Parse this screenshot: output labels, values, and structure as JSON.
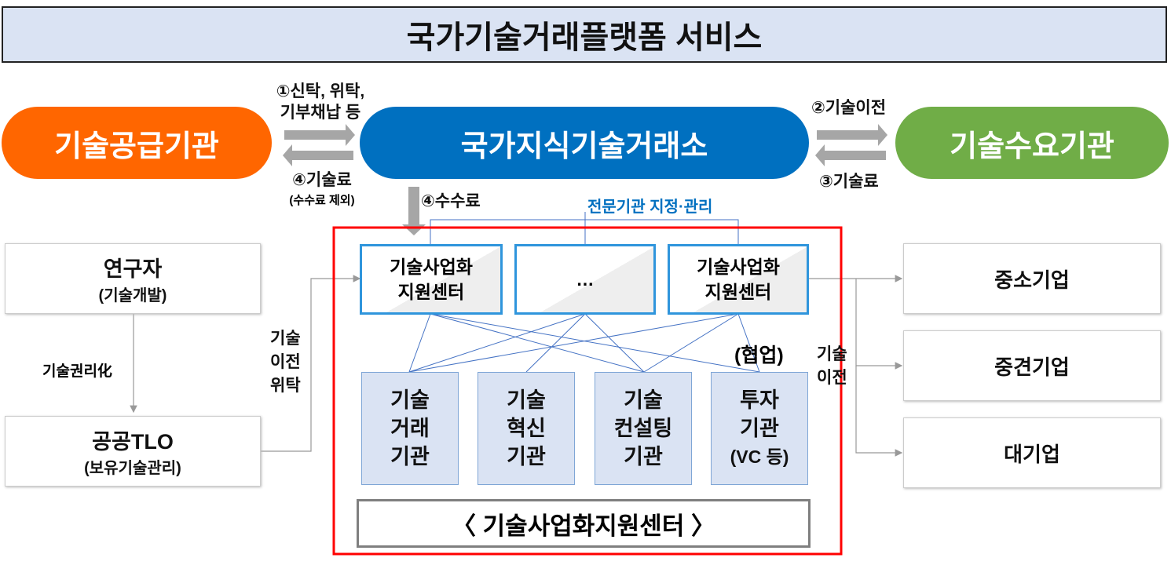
{
  "title": "국가기술거래플랫폼 서비스",
  "supplier": "기술공급기관",
  "exchange": "국가지식기술거래소",
  "demander": "기술수요기관",
  "arrow1": [
    "①신탁, 위탁,",
    "기부채납 등"
  ],
  "arrow4_fee": "④기술료",
  "arrow4_fee_note": "(수수료 제외)",
  "arrow4_commission": "④수수료",
  "arrow2": "②기술이전",
  "arrow3": "③기술료",
  "designation": "전문기관 지정·관리",
  "researcher": {
    "title": "연구자",
    "sub": "(기술개발)"
  },
  "rights": "기술권리化",
  "tlo": {
    "title": "공공TLO",
    "sub": "(보유기술관리)"
  },
  "transfer_trust": [
    "기술",
    "이전",
    "위탁"
  ],
  "centers": [
    [
      "기술사업화",
      "지원센터"
    ],
    [
      "…",
      ""
    ],
    [
      "기술사업화",
      "지원센터"
    ]
  ],
  "cooperation": "(협업)",
  "orgs": [
    [
      "기술",
      "거래",
      "기관"
    ],
    [
      "기술",
      "혁신",
      "기관"
    ],
    [
      "기술",
      "컨설팅",
      "기관"
    ],
    [
      "투자",
      "기관",
      "(VC 등)"
    ]
  ],
  "center_caption": "〈  기술사업화지원센터  〉",
  "transfer": [
    "기술",
    "이전"
  ],
  "companies": [
    "중소기업",
    "중견기업",
    "대기업"
  ],
  "colors": {
    "supplier": "#ff6600",
    "exchange": "#0070c0",
    "demander": "#70ad47",
    "frame": "#ff0000",
    "link": "#4472c4"
  }
}
